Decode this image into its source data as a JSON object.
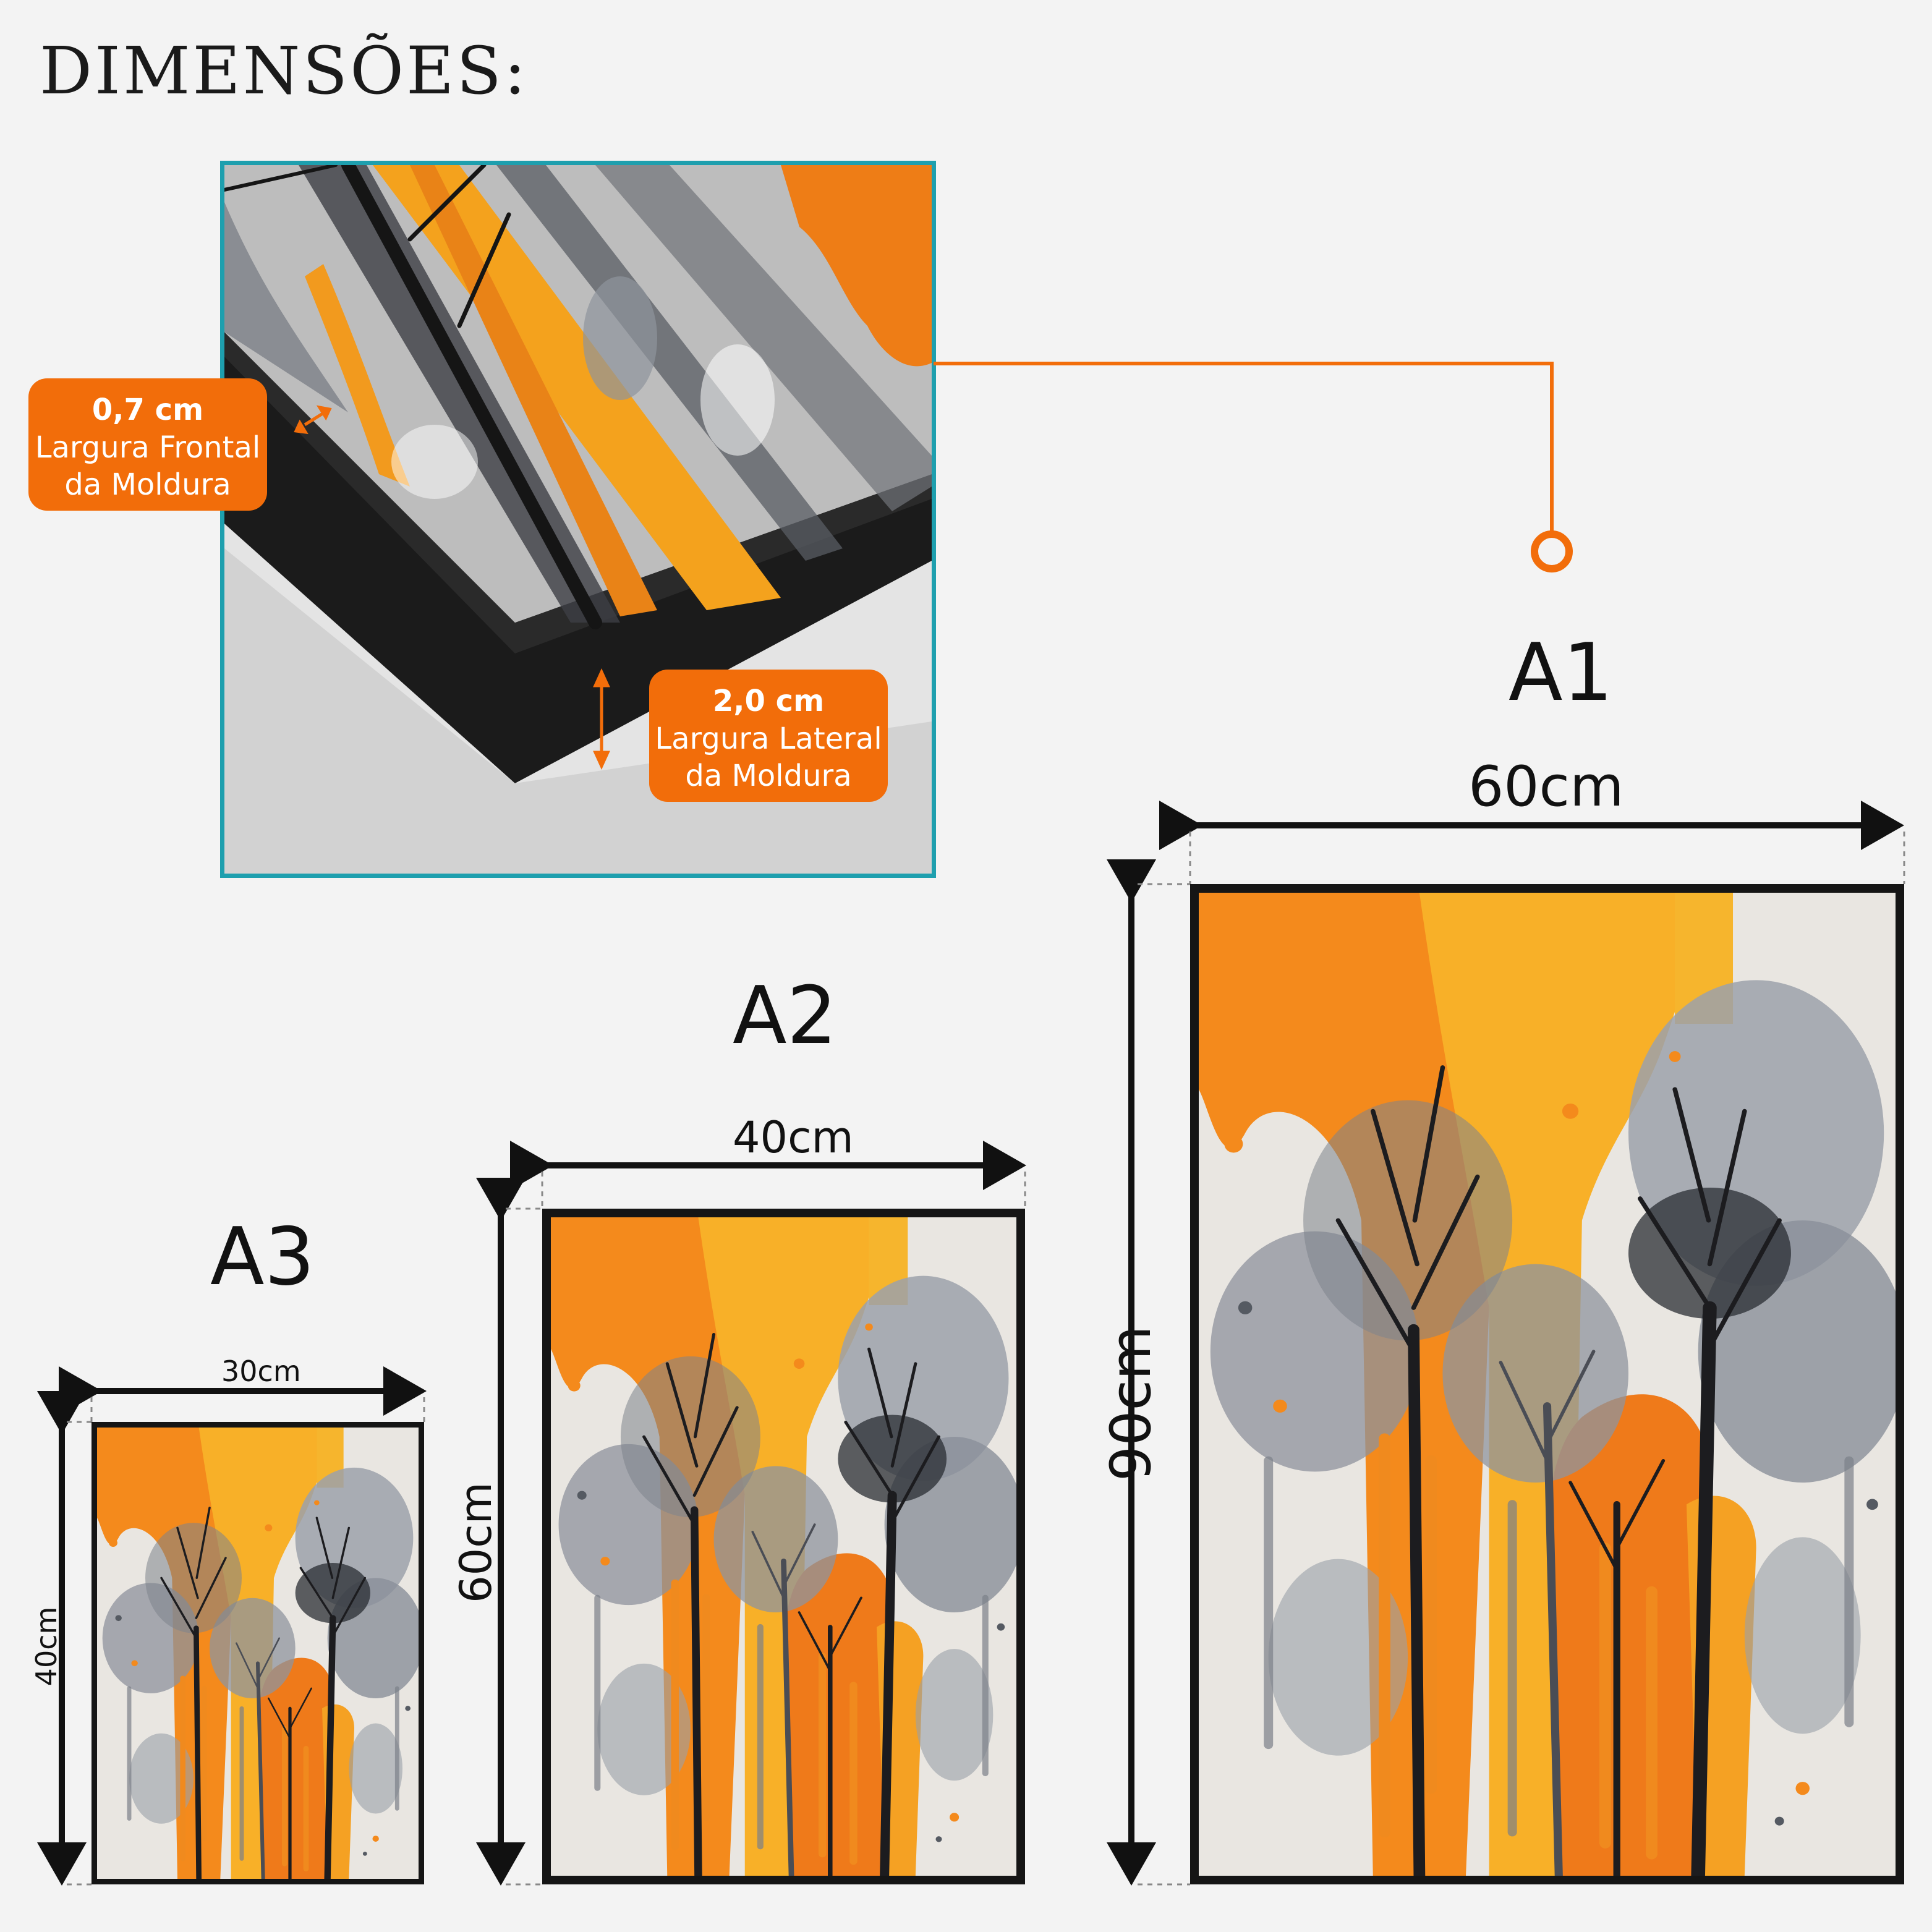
{
  "title": "DIMENSÕES:",
  "frame_detail": {
    "front_width": {
      "value": "0,7 cm",
      "line1": "Largura Frontal",
      "line2": "da Moldura"
    },
    "side_width": {
      "value": "2,0 cm",
      "line1": "Largura Lateral",
      "line2": "da Moldura"
    }
  },
  "sizes": {
    "a1": {
      "name": "A1",
      "width": "60cm",
      "height": "90cm"
    },
    "a2": {
      "name": "A2",
      "width": "40cm",
      "height": "60cm"
    },
    "a3": {
      "name": "A3",
      "width": "30cm",
      "height": "40cm"
    }
  },
  "colors": {
    "accent": "#f26d0a",
    "detail_border": "#1e9fae",
    "frame": "#151515",
    "background": "#f3f3f3"
  }
}
